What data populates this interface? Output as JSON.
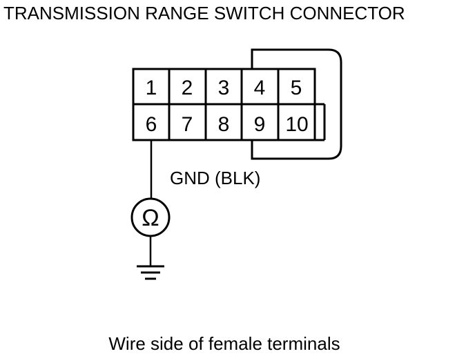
{
  "title": "TRANSMISSION RANGE SWITCH CONNECTOR",
  "pins_top": [
    "1",
    "2",
    "3",
    "4",
    "5"
  ],
  "pins_bottom": [
    "6",
    "7",
    "8",
    "9",
    "10"
  ],
  "wire_label": "GND (BLK)",
  "meter_symbol": "Ω",
  "caption": "Wire side of female terminals",
  "icons": {
    "meter": "ohmmeter-icon",
    "ground": "ground-icon"
  }
}
